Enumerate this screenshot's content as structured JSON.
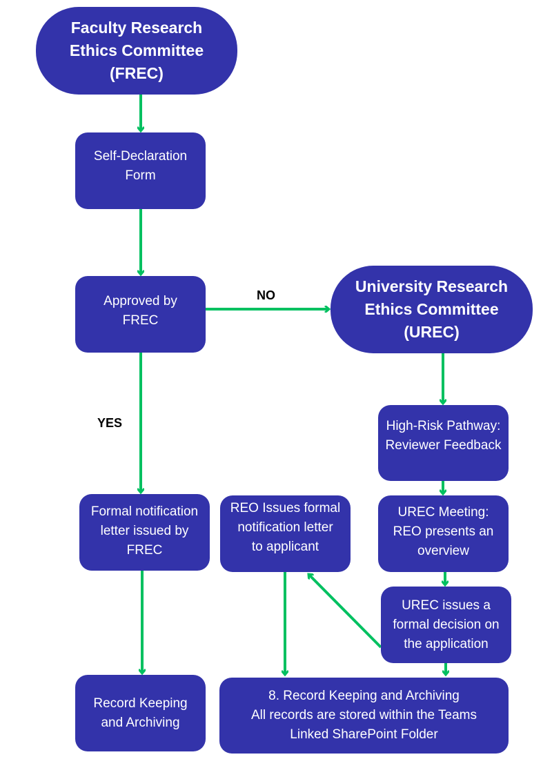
{
  "colors": {
    "node_fill": "#3333aa",
    "node_text": "#ffffff",
    "arrow": "#00c060",
    "label_text": "#000000"
  },
  "nodes": {
    "frec": {
      "text": "Faculty Research\nEthics Committee\n(FREC)"
    },
    "self_declaration": {
      "text": "Self-Declaration\nForm"
    },
    "approved": {
      "text": "Approved by\nFREC"
    },
    "urec": {
      "text": "University Research\nEthics Committee\n(UREC)"
    },
    "high_risk": {
      "text": "High-Risk Pathway:\nReviewer Feedback"
    },
    "urec_meeting": {
      "text": "UREC Meeting:\nREO presents an\noverview"
    },
    "urec_decision": {
      "text": "UREC issues a\nformal decision on\nthe application"
    },
    "frec_letter": {
      "text": "Formal notification\nletter issued by\nFREC"
    },
    "reo_letter": {
      "text": "REO Issues formal\nnotification letter\nto applicant"
    },
    "record_left": {
      "text": "Record Keeping\nand Archiving\n "
    },
    "record_right": {
      "text": "8. Record Keeping and Archiving\nAll records are stored within the Teams\nLinked SharePoint Folder"
    }
  },
  "edge_labels": {
    "no": "NO",
    "yes": "YES"
  },
  "edges": [
    {
      "from": "frec",
      "to": "self_declaration"
    },
    {
      "from": "self_declaration",
      "to": "approved"
    },
    {
      "from": "approved",
      "to": "urec",
      "label": "NO"
    },
    {
      "from": "approved",
      "to": "frec_letter",
      "label": "YES"
    },
    {
      "from": "urec",
      "to": "high_risk"
    },
    {
      "from": "high_risk",
      "to": "urec_meeting"
    },
    {
      "from": "urec_meeting",
      "to": "urec_decision"
    },
    {
      "from": "urec_decision",
      "to": "reo_letter"
    },
    {
      "from": "urec_decision",
      "to": "record_right"
    },
    {
      "from": "reo_letter",
      "to": "record_right"
    },
    {
      "from": "frec_letter",
      "to": "record_left"
    }
  ]
}
